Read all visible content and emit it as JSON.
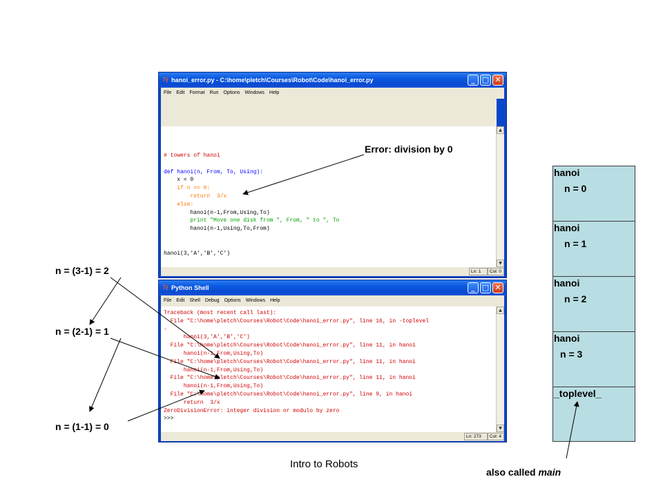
{
  "editor_window": {
    "title": "hanoi_error.py - C:\\home\\pletch\\Courses\\Robot\\Code\\hanoi_error.py",
    "menu": [
      "File",
      "Edit",
      "Format",
      "Run",
      "Options",
      "Windows",
      "Help"
    ],
    "code": [
      {
        "text": "# towers of hanoi",
        "cls": "c-comment"
      },
      {
        "text": "",
        "cls": ""
      },
      {
        "text": "def hanoi(n, From, To, Using):",
        "cls": "c-def"
      },
      {
        "text": "    x = 0",
        "cls": ""
      },
      {
        "text": "    if n == 0:",
        "cls": "c-kw"
      },
      {
        "text": "        return  3/x",
        "cls": "c-kw"
      },
      {
        "text": "    else:",
        "cls": "c-kw"
      },
      {
        "text": "        hanoi(n-1,From,Using,To)",
        "cls": ""
      },
      {
        "text": "        print \"Move one disk from \", From, \" to \", To",
        "cls": "c-str"
      },
      {
        "text": "        hanoi(n-1,Using,To,From)",
        "cls": ""
      },
      {
        "text": "",
        "cls": ""
      },
      {
        "text": "",
        "cls": ""
      },
      {
        "text": "hanoi(3,'A','B','C')",
        "cls": ""
      }
    ],
    "status_ln": "Ln: 1",
    "status_col": "Col: 0"
  },
  "shell_window": {
    "title": "Python Shell",
    "menu": [
      "File",
      "Edit",
      "Shell",
      "Debug",
      "Options",
      "Windows",
      "Help"
    ],
    "traceback": [
      {
        "text": "Traceback (most recent call last):",
        "cls": "c-err"
      },
      {
        "text": "  File \"C:\\home\\pletch\\Courses\\Robot\\Code\\hanoi_error.py\", line 16, in -toplevel",
        "cls": "c-err"
      },
      {
        "text": "-",
        "cls": "c-err"
      },
      {
        "text": "      hanoi(3,'A','B','C')",
        "cls": "c-err"
      },
      {
        "text": "  File \"C:\\home\\pletch\\Courses\\Robot\\Code\\hanoi_error.py\", line 11, in hanoi",
        "cls": "c-err"
      },
      {
        "text": "      hanoi(n-1,From,Using,To)",
        "cls": "c-err"
      },
      {
        "text": "  File \"C:\\home\\pletch\\Courses\\Robot\\Code\\hanoi_error.py\", line 11, in hanoi",
        "cls": "c-err"
      },
      {
        "text": "      hanoi(n-1,From,Using,To)",
        "cls": "c-err"
      },
      {
        "text": "  File \"C:\\home\\pletch\\Courses\\Robot\\Code\\hanoi_error.py\", line 11, in hanoi",
        "cls": "c-err"
      },
      {
        "text": "      hanoi(n-1,From,Using,To)",
        "cls": "c-err"
      },
      {
        "text": "  File \"C:\\home\\pletch\\Courses\\Robot\\Code\\hanoi_error.py\", line 9, in hanoi",
        "cls": "c-err"
      },
      {
        "text": "      return  3/x",
        "cls": "c-err"
      },
      {
        "text": "ZeroDivisionError: integer division or modulo by zero",
        "cls": "c-err"
      },
      {
        "text": ">>> ",
        "cls": ""
      }
    ],
    "status_ln": "Ln: 273",
    "status_col": "Col: 4"
  },
  "annotations": {
    "error_label": "Error: division by 0",
    "n3": "n = (3-1) = 2",
    "n2": "n = (2-1) = 1",
    "n1": "n = (1-1) = 0",
    "footer": "Intro to Robots",
    "also_called_prefix": "also called ",
    "also_called_word": "main"
  },
  "stack": {
    "frames": [
      {
        "name": "hanoi",
        "value": "n = 0"
      },
      {
        "name": "hanoi",
        "value": "n = 1"
      },
      {
        "name": "hanoi",
        "value": "n = 2"
      },
      {
        "name": "hanoi",
        "value": "n = 3"
      },
      {
        "name": "_toplevel_",
        "value": ""
      }
    ]
  },
  "colors": {
    "window_blue": "#0a46c8",
    "stack_fill": "#b8dde2",
    "error_red": "#d00000"
  }
}
